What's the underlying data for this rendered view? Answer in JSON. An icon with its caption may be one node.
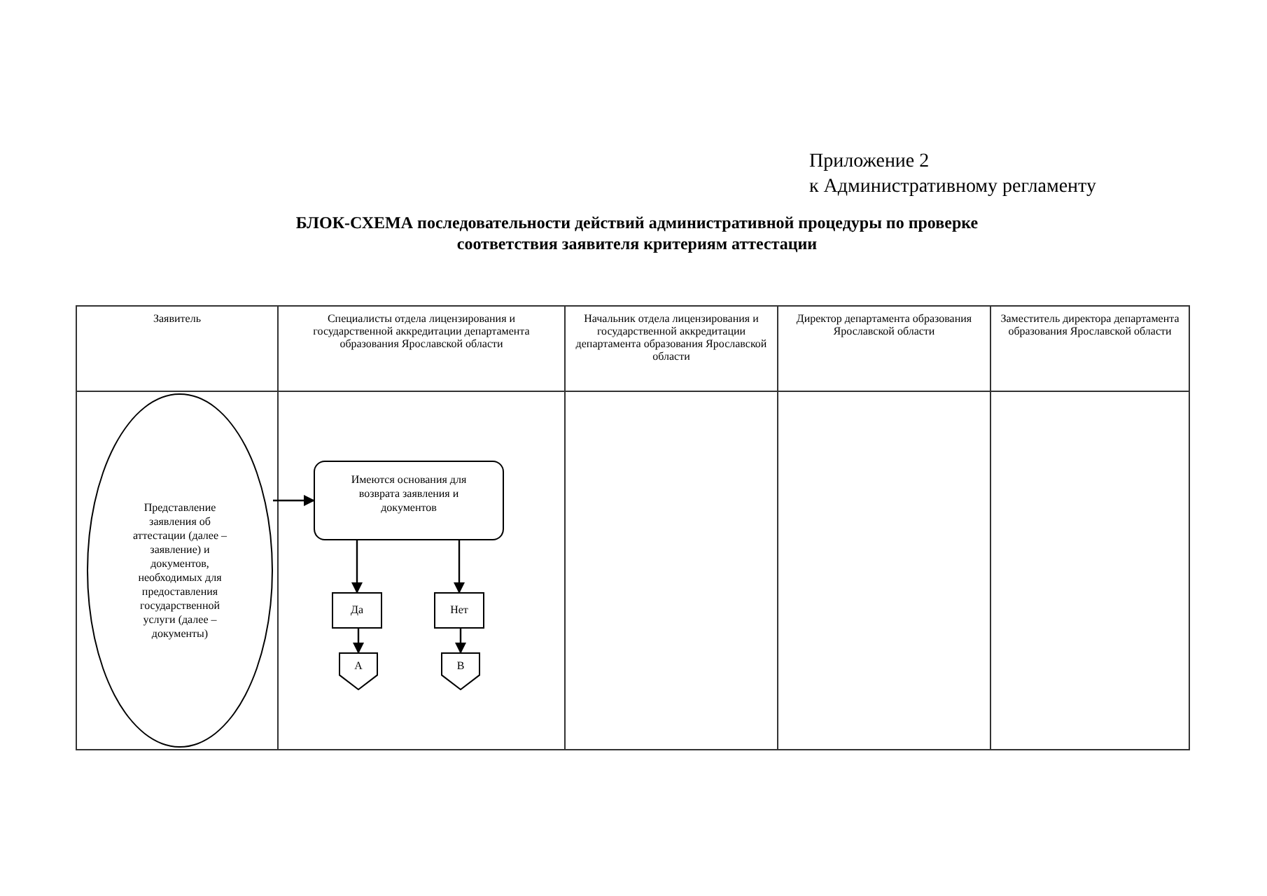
{
  "diagram": {
    "title": "БЛОК-СХЕМА последовательности действий административной процедуры по проверке соответствия заявителя критериям аттестации",
    "nodes": [
      {
        "text": [
          "Заявитель"
        ]
      },
      {
        "text": [
          "Специалисты отдела лицензирования и государственной аккредитации департамента образования Ярославской области"
        ]
      },
      {
        "text": [
          "Начальник отдела лицензирования и государственной аккредитации департамента образования Ярославской области"
        ]
      },
      {
        "text": [
          "Директор департамента образования Ярославской области"
        ]
      },
      {
        "text": [
          "Заместитель директора департамента образования Ярославской области"
        ]
      },
      {
        "text": [
          "Представление заявления об аттестации (далее – заявление) и документов, необходимых для предоставления государственной услуги (далее – документы)"
        ],
        "in": 0
      },
      {
        "text": [
          "Имеются основания для возврата заявления и документов"
        ],
        "in": 1
      },
      {
        "text": [
          "Да"
        ],
        "in": 1
      },
      {
        "text": [
          "Нет"
        ],
        "in": 1
      },
      {
        "text": [
          "А"
        ],
        "in": 1
      },
      {
        "text": [
          "В"
        ],
        "in": 1
      }
    ],
    "edges": [
      {
        "from": 5,
        "to": 6,
        "arrow": "to"
      },
      {
        "from": 6,
        "to": 7,
        "arrow": "to"
      },
      {
        "from": 6,
        "to": 8,
        "arrow": "to"
      },
      {
        "from": 7,
        "to": 9,
        "arrow": "to"
      },
      {
        "from": 8,
        "to": 10,
        "arrow": "to"
      }
    ],
    "labels": [
      "Приложение 2",
      "к Административному регламенту"
    ]
  }
}
